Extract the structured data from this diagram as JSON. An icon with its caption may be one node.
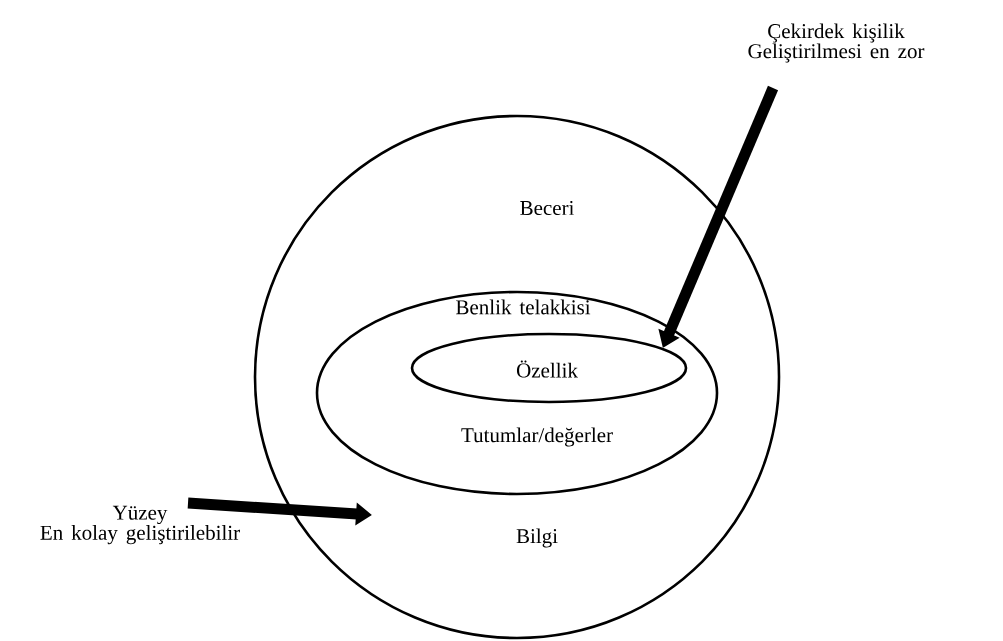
{
  "diagram": {
    "nodes": [
      {
        "text": [
          "Beceri",
          "Bilgi"
        ]
      },
      {
        "text": [
          "Benlik telakkisi",
          "Tutumlar/değerler"
        ],
        "in": 0
      },
      {
        "text": [
          "Özellik"
        ],
        "in": 1
      },
      {
        "text": [
          "Çekirdek kişilik Geliştirilmesi en zor"
        ]
      },
      {
        "text": [
          "Yüzey",
          "En kolay geliştirilebilir"
        ]
      }
    ],
    "edges": [
      {
        "from": 3,
        "to": 2,
        "arrow": "to"
      },
      {
        "from": 4,
        "to": 0,
        "arrow": "to"
      }
    ]
  }
}
